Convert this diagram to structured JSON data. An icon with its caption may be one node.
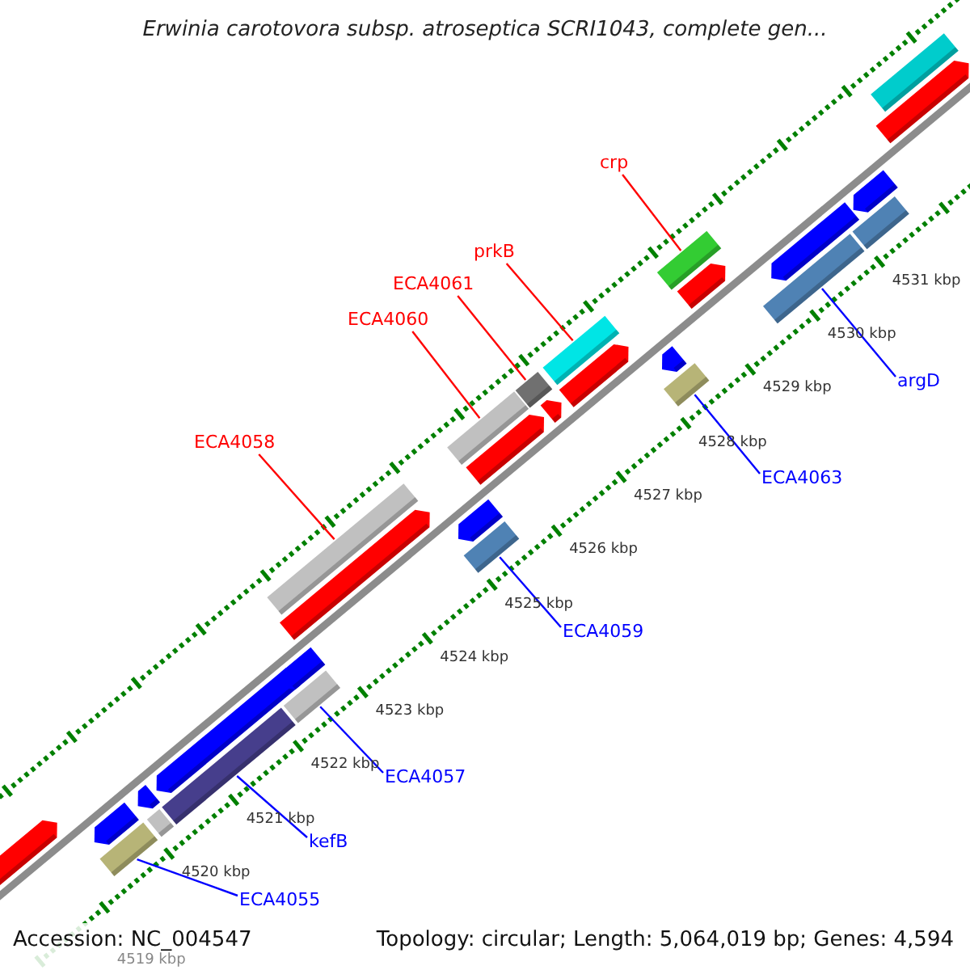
{
  "diagram": {
    "title": "Erwinia carotovora subsp. atroseptica SCRI1043, complete gen...",
    "nodes": [
      {
        "text": [
          "crp"
        ]
      },
      {
        "text": [
          "prkB"
        ]
      },
      {
        "text": [
          "ECA4061"
        ]
      },
      {
        "text": [
          "ECA4060"
        ]
      },
      {
        "text": [
          "argD"
        ]
      },
      {
        "text": [
          "ECA4058"
        ]
      },
      {
        "text": [
          "ECA4063"
        ]
      },
      {
        "text": [
          "ECA4059"
        ]
      },
      {
        "text": [
          "ECA4057"
        ]
      },
      {
        "text": [
          "kefB"
        ]
      },
      {
        "text": [
          "ECA4055"
        ]
      },
      {
        "text": [],
        "shape": "pentagon"
      },
      {
        "text": [],
        "shape": "bar"
      },
      {
        "text": [],
        "shape": "pentagon"
      },
      {
        "text": [],
        "shape": "bar"
      },
      {
        "text": [],
        "shape": "pentagon"
      },
      {
        "text": [],
        "shape": "bar"
      },
      {
        "text": [],
        "shape": "pentagon"
      },
      {
        "text": [],
        "shape": "bar"
      },
      {
        "text": [],
        "shape": "pentagon"
      },
      {
        "text": [],
        "shape": "pentagon"
      },
      {
        "text": [],
        "shape": "bar"
      },
      {
        "text": [],
        "shape": "bar"
      },
      {
        "text": [],
        "shape": "pentagon"
      },
      {
        "text": [],
        "shape": "bar"
      },
      {
        "text": [],
        "shape": "pentagon"
      },
      {
        "text": [],
        "shape": "bar"
      },
      {
        "text": [],
        "shape": "pentagon"
      },
      {
        "text": [],
        "shape": "pentagon"
      },
      {
        "text": [],
        "shape": "bar"
      },
      {
        "text": [],
        "shape": "bar"
      },
      {
        "text": [],
        "shape": "pentagon"
      },
      {
        "text": [],
        "shape": "bar"
      },
      {
        "text": [],
        "shape": "pentagon"
      },
      {
        "text": [],
        "shape": "bar"
      },
      {
        "text": [],
        "shape": "pentagon"
      },
      {
        "text": [],
        "shape": "bar"
      },
      {
        "text": [],
        "shape": "pentagon"
      },
      {
        "text": [],
        "shape": "pentagon"
      },
      {
        "text": [],
        "shape": "bar"
      }
    ],
    "edges": [
      {
        "from": 0,
        "to": 32,
        "arrow": "none",
        "color": "#ff0000"
      },
      {
        "from": 1,
        "to": 29,
        "arrow": "none",
        "color": "#ff0000"
      },
      {
        "from": 2,
        "to": 26,
        "arrow": "none",
        "color": "#ff0000"
      },
      {
        "from": 3,
        "to": 24,
        "arrow": "none",
        "color": "#ff0000"
      },
      {
        "from": 4,
        "to": 34,
        "arrow": "none"
      },
      {
        "from": 5,
        "to": 21,
        "arrow": "none",
        "color": "#ff0000"
      },
      {
        "from": 6,
        "to": 30,
        "arrow": "none"
      },
      {
        "from": 7,
        "to": 22,
        "arrow": "none"
      },
      {
        "from": 8,
        "to": 18,
        "arrow": "none"
      },
      {
        "from": 9,
        "to": 16,
        "arrow": "none"
      },
      {
        "from": 10,
        "to": 12,
        "arrow": "none"
      }
    ],
    "labels": [
      "4531 kbp",
      "4530 kbp",
      "4529 kbp",
      "4528 kbp",
      "4527 kbp",
      "4526 kbp",
      "4525 kbp",
      "4524 kbp",
      "4523 kbp",
      "4522 kbp",
      "4521 kbp",
      "4520 kbp",
      "Accession: NC_004547",
      "Topology: circular; Length: 5,064,019 bp; Genes: 4,594",
      "4519 kbp"
    ]
  }
}
